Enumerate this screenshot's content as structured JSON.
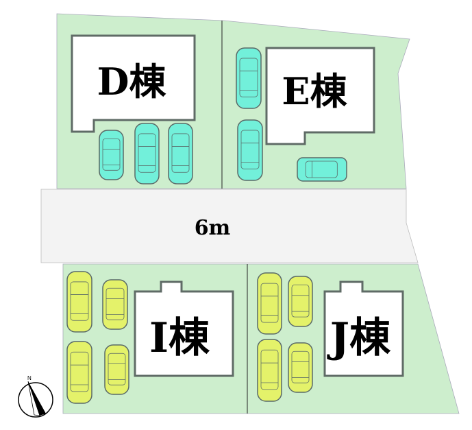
{
  "lots": {
    "d": {
      "label": "D棟"
    },
    "e": {
      "label": "E棟"
    },
    "i": {
      "label": "I棟"
    },
    "j": {
      "label": "J棟"
    }
  },
  "road": {
    "label": "6m"
  },
  "compass": {
    "label": "N"
  },
  "colors": {
    "lot": "#cdeecd",
    "road": "#f3f3f3",
    "car_cyan": "#72f0da",
    "car_yellow": "#e4f26a",
    "building_outline": "#5f6b66"
  }
}
